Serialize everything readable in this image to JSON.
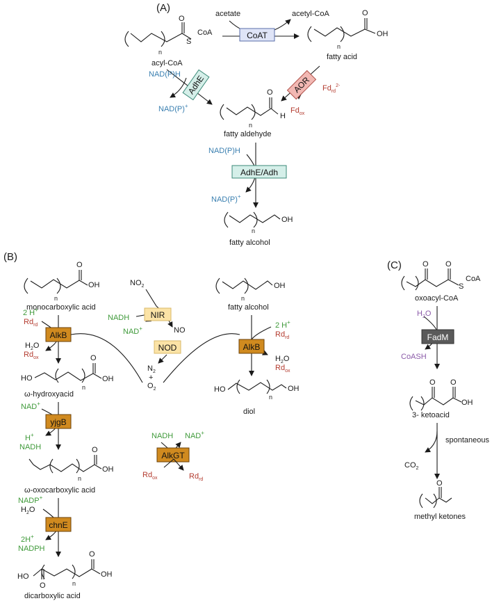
{
  "panels": {
    "a": "(A)",
    "b": "(B)",
    "c": "(C)"
  },
  "a": {
    "acyl_coa": "acyl-CoA",
    "coa": "CoA",
    "o": "O",
    "oh": "OH",
    "n": "n",
    "acetate": "acetate",
    "acetyl_coa": "acetyl-CoA",
    "coat": "CoAT",
    "fatty_acid": "fatty acid",
    "adhe": "AdhE",
    "aor": "AOR",
    "nadph": "NAD(P)H",
    "nadp": "NAD(P)",
    "fd": "Fd",
    "fd_sub": "rd",
    "fd_sup": "2-",
    "fd_ox": "Fd",
    "ox": "ox",
    "h": "H",
    "fatty_aldehyde": "fatty aldehyde",
    "adhe_adh": "AdhE/Adh",
    "fatty_alcohol": "fatty alcohol"
  },
  "b": {
    "monocarboxylic": "monocarboxylic acid",
    "twoh": "2 H",
    "rd": "Rd",
    "rd_sub": "rd",
    "ox": "ox",
    "alkb": "AlkB",
    "h2o": "H",
    "h2o_tail": "O",
    "two": "2",
    "hydroxyacid": "ω-hydroxyacid",
    "nadp_plus": "NAD",
    "yjgb": "yjgB",
    "hplus": "H",
    "nadh": "NADH",
    "oxocarboxylic": "ω-oxocarboxylic acid",
    "nadp_label": "NADP",
    "chne": "chnE",
    "twoh_plus": "2H",
    "nadph": "NADPH",
    "dicarboxylic": "dicarboxylic acid",
    "no2": "NO",
    "nir": "NIR",
    "no": "NO",
    "nod": "NOD",
    "n2": "N",
    "plus": "+",
    "o2": "O",
    "fatty_alcohol": "fatty alcohol",
    "diol": "diol",
    "alkgt": "AlkGT",
    "ho": "HO",
    "oh": "OH",
    "o": "O",
    "n": "n"
  },
  "c": {
    "oxoacyl": "oxoacyl-CoA",
    "coa": "CoA",
    "s": "S",
    "o": "O",
    "n": "n",
    "h2o": "H",
    "h2o_tail": "O",
    "fadm": "FadM",
    "coash": "CoASH",
    "ketoacid": "3- ketoacid",
    "oh": "OH",
    "spontaneous": "spontaneous",
    "co2": "CO",
    "methyl_ketones": "methyl ketones"
  },
  "colors": {
    "blue": "#3a7fb0",
    "red": "#b33a2e",
    "green": "#3f9a3a",
    "purple": "#8a5aa8",
    "coat_fill": "#dfe4f7",
    "adhe_fill": "#d5efe9",
    "aor_fill": "#f2b8b3",
    "nir_fill": "#fbe3a6",
    "alk_fill": "#d08a1f",
    "fadm_fill": "#5a5a5a"
  }
}
